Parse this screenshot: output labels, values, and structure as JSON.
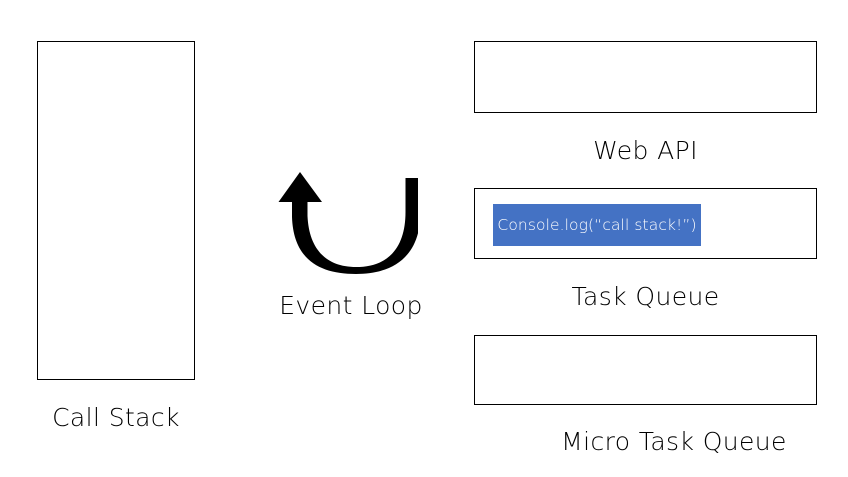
{
  "diagram": {
    "title_visible": false,
    "background_color": "#ffffff",
    "stroke_color": "#000000",
    "accent_color": "#4472c4",
    "chip_text_color": "#ffffff"
  },
  "call_stack": {
    "label": "Call Stack",
    "items": []
  },
  "event_loop": {
    "label": "Event Loop",
    "icon": "u-turn-arrow-icon",
    "direction": "counter-clockwise-up"
  },
  "web_api": {
    "label": "Web API",
    "items": []
  },
  "task_queue": {
    "label": "Task Queue",
    "items": [
      {
        "text": "Console.log(“call stack!”)",
        "color": "#4472c4"
      }
    ]
  },
  "micro_task_queue": {
    "label": "Micro Task Queue",
    "items": []
  }
}
